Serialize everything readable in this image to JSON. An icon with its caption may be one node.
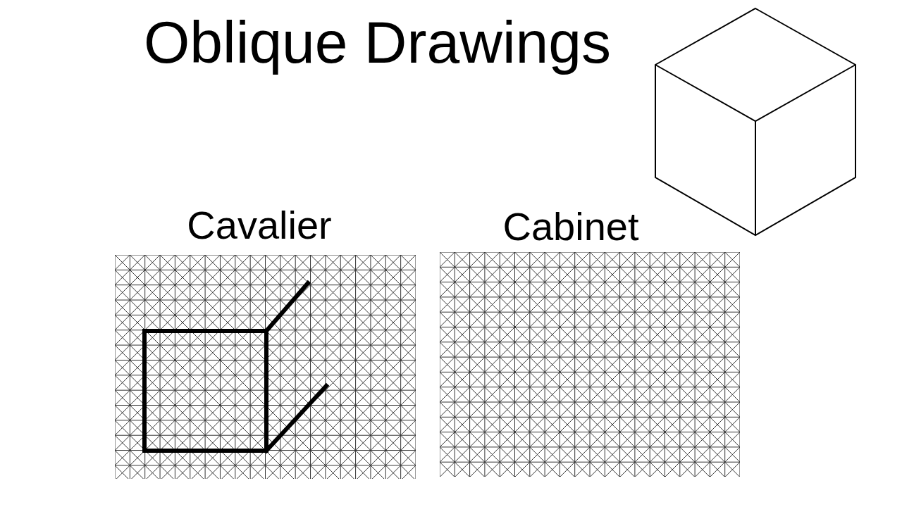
{
  "diagram": {
    "title": "Oblique Drawings",
    "labels": [
      "Cavalier",
      "Cabinet"
    ]
  }
}
